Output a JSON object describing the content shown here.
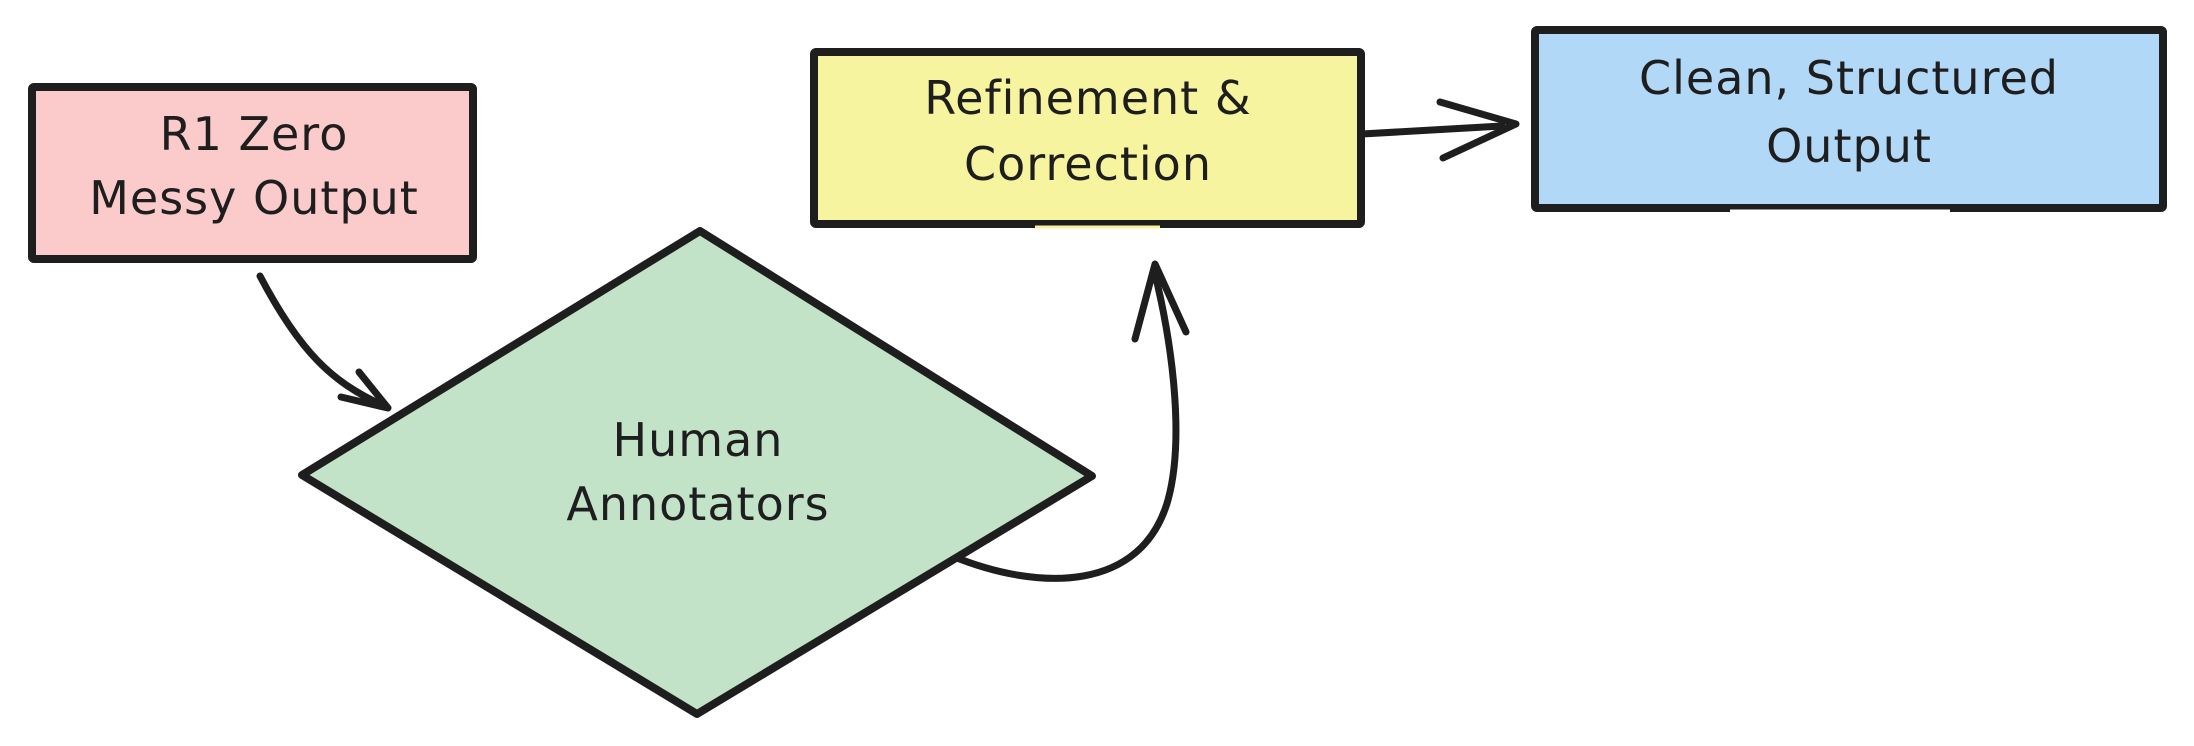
{
  "canvas": {
    "background": "#ffffff",
    "ink": "#1e1e1e"
  },
  "diagram": {
    "type": "flowchart",
    "nodes": [
      {
        "id": "r1-zero",
        "shape": "rectangle",
        "fill": "#fbcaca",
        "lines": [
          "R1 Zero",
          "Messy Output"
        ],
        "label": "R1 Zero Messy Output"
      },
      {
        "id": "human-annotators",
        "shape": "diamond",
        "fill": "#c2e3c8",
        "lines": [
          "Human",
          "Annotators"
        ],
        "label": "Human Annotators"
      },
      {
        "id": "refinement-correction",
        "shape": "rectangle",
        "fill": "#f6f49e",
        "lines": [
          "Refinement &",
          "Correction"
        ],
        "label": "Refinement & Correction"
      },
      {
        "id": "clean-structured-output",
        "shape": "rectangle",
        "fill": "#b2d8f8",
        "lines": [
          "Clean, Structured",
          "Output"
        ],
        "label": "Clean, Structured Output"
      }
    ],
    "edges": [
      {
        "from": "r1-zero",
        "to": "human-annotators",
        "style": "curved-arrow"
      },
      {
        "from": "human-annotators",
        "to": "refinement-correction",
        "style": "curved-arrow"
      },
      {
        "from": "refinement-correction",
        "to": "clean-structured-output",
        "style": "straight-arrow"
      }
    ]
  }
}
